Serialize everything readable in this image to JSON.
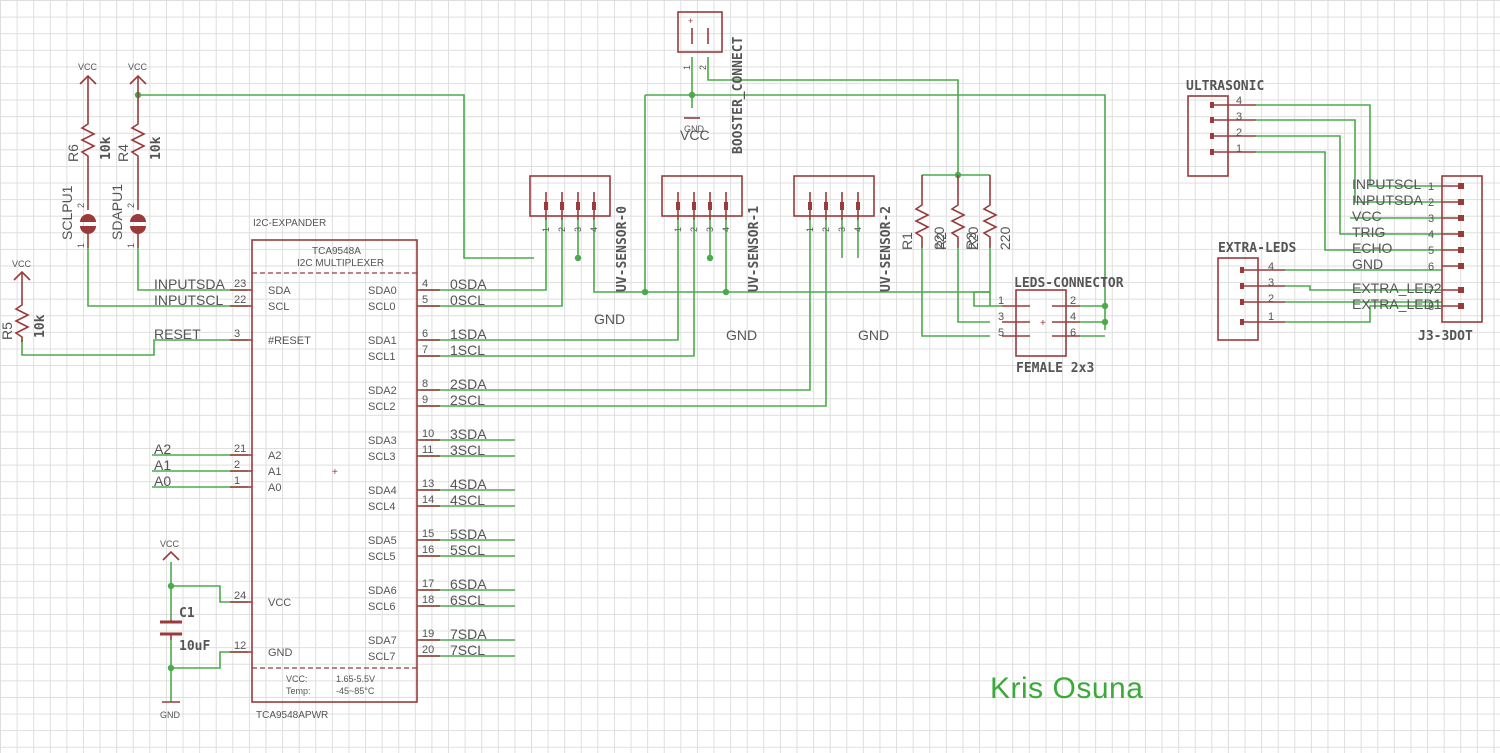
{
  "author": "Kris Osuna",
  "power": {
    "vcc": "VCC",
    "gnd": "GND"
  },
  "mux": {
    "name": "I2C-EXPANDER",
    "title": "TCA9548A",
    "subtitle": "I2C MULTIPLEXER",
    "part": "TCA9548APWR",
    "vcc_label": "VCC:",
    "vcc_value": "1.65-5.5V",
    "temp_label": "Temp:",
    "temp_value": "-45~85°C",
    "left_pins": [
      {
        "num": "23",
        "name": "SDA",
        "net": "INPUTSDA"
      },
      {
        "num": "22",
        "name": "SCL",
        "net": "INPUTSCL"
      },
      {
        "num": "3",
        "name": "#RESET",
        "net": "RESET"
      },
      {
        "num": "21",
        "name": "A2",
        "net": "A2"
      },
      {
        "num": "2",
        "name": "A1",
        "net": "A1"
      },
      {
        "num": "1",
        "name": "A0",
        "net": "A0"
      },
      {
        "num": "24",
        "name": "VCC",
        "net": ""
      },
      {
        "num": "12",
        "name": "GND",
        "net": ""
      }
    ],
    "right_pins": [
      {
        "num": "4",
        "name": "SDA0",
        "net": "0SDA"
      },
      {
        "num": "5",
        "name": "SCL0",
        "net": "0SCL"
      },
      {
        "num": "6",
        "name": "SDA1",
        "net": "1SDA"
      },
      {
        "num": "7",
        "name": "SCL1",
        "net": "1SCL"
      },
      {
        "num": "8",
        "name": "SDA2",
        "net": "2SDA"
      },
      {
        "num": "9",
        "name": "SCL2",
        "net": "2SCL"
      },
      {
        "num": "10",
        "name": "SDA3",
        "net": "3SDA"
      },
      {
        "num": "11",
        "name": "SCL3",
        "net": "3SCL"
      },
      {
        "num": "13",
        "name": "SDA4",
        "net": "4SDA"
      },
      {
        "num": "14",
        "name": "SCL4",
        "net": "4SCL"
      },
      {
        "num": "15",
        "name": "SDA5",
        "net": "5SDA"
      },
      {
        "num": "16",
        "name": "SCL5",
        "net": "5SCL"
      },
      {
        "num": "17",
        "name": "SDA6",
        "net": "6SDA"
      },
      {
        "num": "18",
        "name": "SCL6",
        "net": "6SCL"
      },
      {
        "num": "19",
        "name": "SDA7",
        "net": "7SDA"
      },
      {
        "num": "20",
        "name": "SCL7",
        "net": "7SCL"
      }
    ]
  },
  "resistors": {
    "r6": {
      "name": "R6",
      "value": "10k"
    },
    "r4": {
      "name": "R4",
      "value": "10k"
    },
    "r5": {
      "name": "R5",
      "value": "10k"
    },
    "r1": {
      "name": "R1",
      "value": "220"
    },
    "r2": {
      "name": "R2",
      "value": "220"
    },
    "r3": {
      "name": "R3",
      "value": "220"
    }
  },
  "jumpers": {
    "scl": "SCLPU1",
    "sda": "SDAPU1"
  },
  "capacitor": {
    "name": "C1",
    "value": "10uF"
  },
  "connectors": {
    "uv0": "UV-SENSOR-0",
    "uv1": "UV-SENSOR-1",
    "uv2": "UV-SENSOR-2",
    "booster": "BOOSTER_CONNECT",
    "leds": "LEDS-CONNECTOR",
    "leds_type": "FEMALE 2x3",
    "ultrasonic": "ULTRASONIC",
    "extra_leds": "EXTRA-LEDS",
    "j3": "J3-3DOT",
    "j3_nets": [
      "INPUTSCL",
      "INPUTSDA",
      "VCC",
      "TRIG",
      "ECHO",
      "GND",
      "EXTRA_LED2",
      "EXTRA_LED1"
    ]
  },
  "pin_numbers": [
    "1",
    "2",
    "3",
    "4",
    "5",
    "6",
    "7",
    "8"
  ]
}
